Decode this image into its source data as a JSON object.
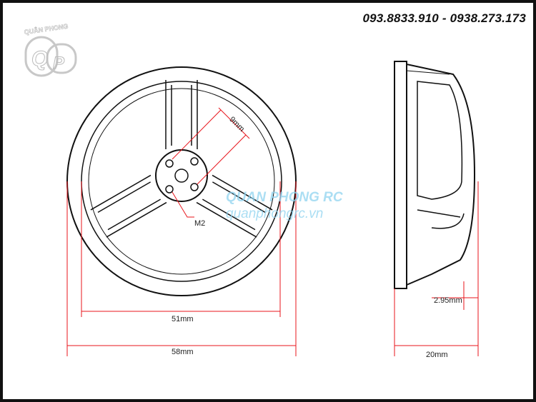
{
  "header": {
    "phone": "093.8833.910 - 0938.273.173"
  },
  "logo": {
    "brand": "QUÂN PHONG",
    "letters": "QP"
  },
  "watermark": {
    "name": "QUAN PHONG RC",
    "site": "quanphongrc.vn"
  },
  "dimensions": {
    "hole_spacing": "9mm",
    "screw": "M2",
    "inner_diameter": "51mm",
    "outer_diameter": "58mm",
    "height": "20mm",
    "lip": "2.95mm"
  },
  "colors": {
    "dimension_line": "#e8141b",
    "outline": "#111111",
    "watermark": "#8fd3f0"
  }
}
